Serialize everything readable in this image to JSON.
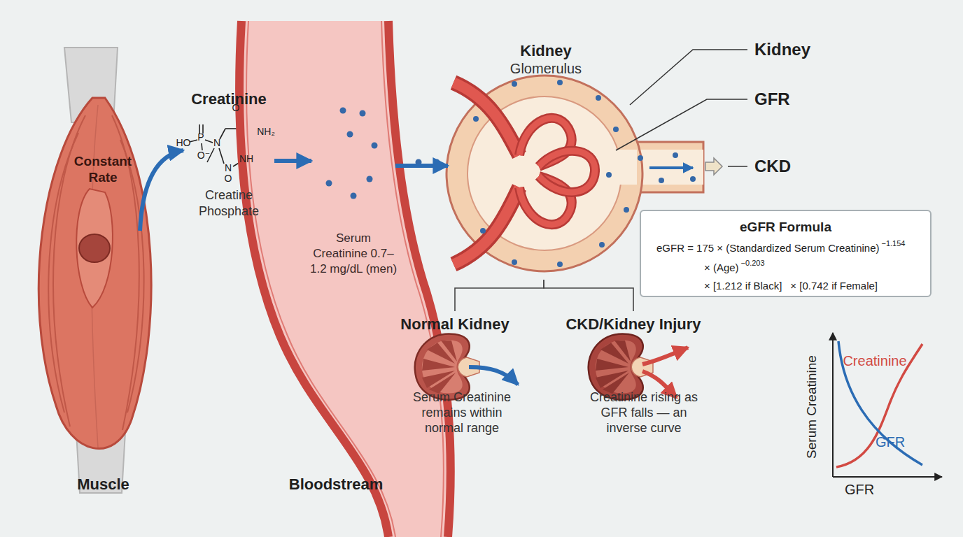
{
  "diagram": {
    "nodes": [
      {
        "text": [
          "Constant Rate",
          "Muscle"
        ]
      },
      {
        "text": [
          "Creatinine",
          "Creatine Phosphate"
        ]
      },
      {
        "text": [
          "Serum Creatinine 0.7–1.2 mg/dL (men)",
          "Bloodstream"
        ]
      },
      {
        "text": [
          "Kidney",
          "Glomerulus"
        ]
      },
      {
        "text": [
          "eGFR Formula",
          "eGFR = 175 × (Standardized Serum Creatinine)",
          "−1.154",
          "× (Age)",
          "−0.203",
          "× [1.212 if Black]",
          "× [0.742 if Female]"
        ]
      },
      {
        "text": [
          "Normal Kidney",
          "Serum Creatinine remains within normal range"
        ]
      },
      {
        "text": [
          "CKD/Kidney Injury",
          "Creatinine rising as GFR falls — an inverse curve"
        ]
      }
    ],
    "edges": [
      {
        "from": 0,
        "to": 1,
        "arrow": "to"
      },
      {
        "from": 1,
        "to": 2,
        "arrow": "to"
      },
      {
        "from": 2,
        "to": 3,
        "arrow": "to"
      },
      {
        "from": 3,
        "to": 5,
        "arrow": "none"
      },
      {
        "from": 3,
        "to": 6,
        "arrow": "none"
      }
    ],
    "labels": [
      "P",
      "HO",
      "O⁻",
      "N",
      "O",
      "NH₂",
      "NH",
      "N",
      "O",
      "Kidney",
      "GFR",
      "CKD",
      "Serum Creatinine",
      "GFR",
      "Creatinine",
      "GFR"
    ]
  }
}
